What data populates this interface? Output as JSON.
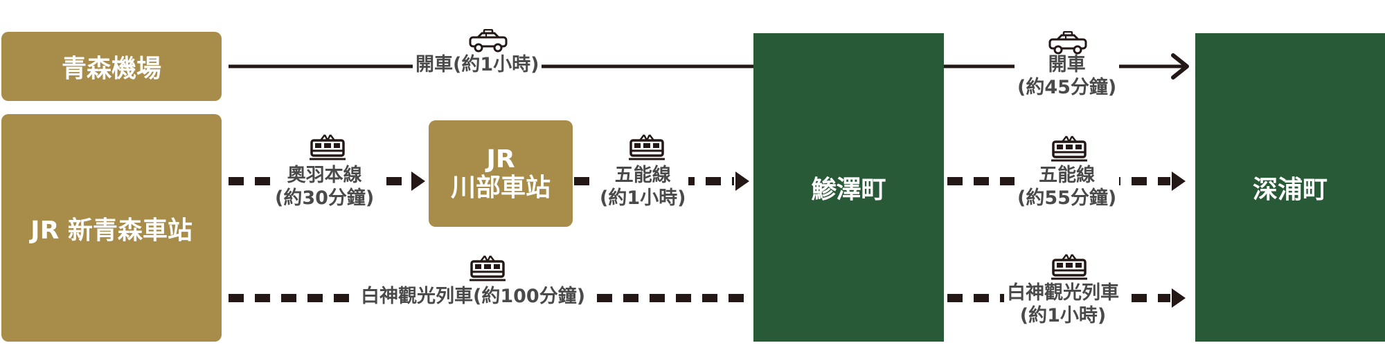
{
  "nodes": {
    "aomori_airport": "青森機場",
    "shin_aomori": "JR 新青森車站",
    "kawabe_line1": "JR",
    "kawabe_line2": "川部車站",
    "ajigasawa": "鯵澤町",
    "fukaura": "深浦町"
  },
  "routes": {
    "airport_ajigasawa": {
      "mode": "car-icon",
      "label": "開車(約1小時)"
    },
    "ajigasawa_fukaura_car": {
      "mode": "car-icon",
      "line1": "開車",
      "line2": "(約45分鐘)"
    },
    "shin_aomori_kawabe": {
      "mode": "train-icon",
      "line1": "奧羽本線",
      "line2": "(約30分鐘)"
    },
    "kawabe_ajigasawa": {
      "mode": "train-icon",
      "line1": "五能線",
      "line2": "(約1小時)"
    },
    "ajigasawa_fukaura_train": {
      "mode": "train-icon",
      "line1": "五能線",
      "line2": "(約55分鐘)"
    },
    "shin_aomori_ajigasawa_resort": {
      "mode": "train-icon",
      "label": "白神觀光列車(約100分鐘)"
    },
    "ajigasawa_fukaura_resort": {
      "mode": "train-icon",
      "line1": "白神觀光列車",
      "line2": "(約1小時)"
    }
  },
  "colors": {
    "gold": "#a88c4a",
    "green": "#295a37",
    "line": "#231815",
    "label_text": "#4a4a4a"
  }
}
